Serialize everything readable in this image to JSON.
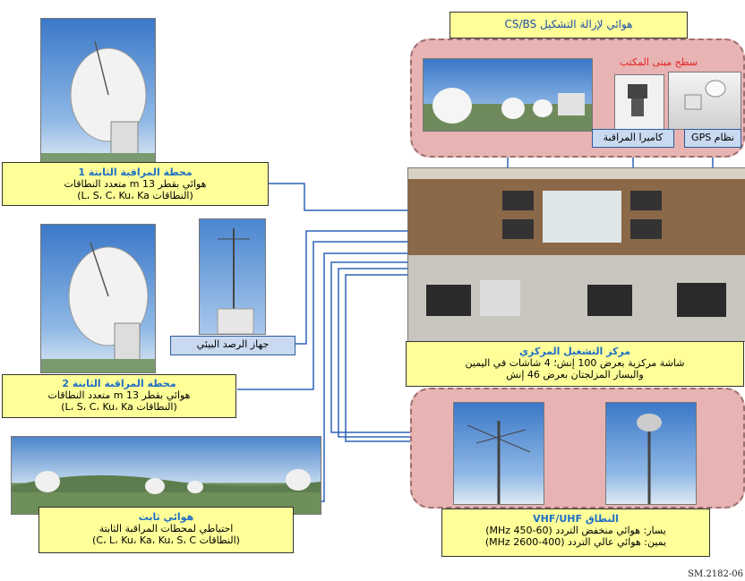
{
  "top_title": "هوائي لإزالة التشكيل CS/BS",
  "roof_label": "سطح مبنى المكتب",
  "gps_label": "نظام GPS",
  "camera_label": "كاميرا المراقبة",
  "env_label": "جهاز الرصد البيئي",
  "station1": {
    "title": "محطة المراقبة الثابتة 1",
    "line1": "هوائي بقطر m 13 متعدد النطاقات",
    "line2": "(النطاقات L، S، C، Ku، Ka)"
  },
  "station2": {
    "title": "محطة المراقبة الثابتة 2",
    "line1": "هوائي بقطر m 13 متعدد النطاقات",
    "line2": "(النطاقات L، S، C، Ku، Ka)"
  },
  "fixed": {
    "title": "هوائي ثابت",
    "line1": "احتياطي لمحطات المراقبة الثابتة",
    "line2": "(النطاقات C، L، Ku، Ka، Ku، S، C)"
  },
  "center": {
    "title": "مركز التشغيل المركزي",
    "line1": "شاشة مركزية بعرض 100 إنش؛ 4 شاشات في اليمين",
    "line2": "واليسار المزلجتان بعرض 46 إنش"
  },
  "vhf": {
    "title": "النطاق VHF/UHF",
    "line1": "يسار: هوائي منخفض التردد (60-450 MHz)",
    "line2": "يمين: هوائي عالي التردد (400-2600 MHz)"
  },
  "figure_id": "SM.2182-06",
  "colors": {
    "line": "#2e63b8",
    "panel": "#e8b3b3",
    "label_bg": "#ffff99",
    "title": "#1f6fc4"
  }
}
